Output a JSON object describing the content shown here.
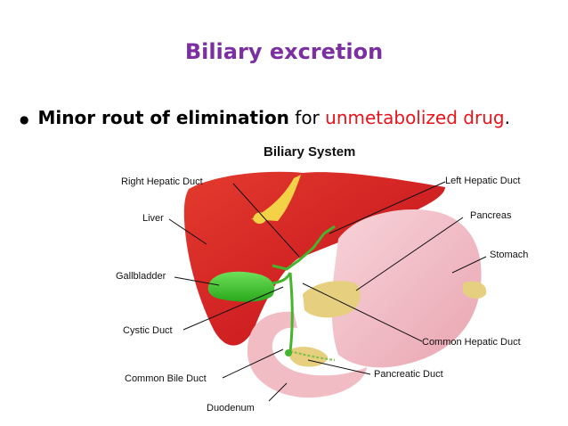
{
  "slide": {
    "title": "Biliary excretion",
    "bullet": {
      "bold": "Minor rout of elimination",
      "middle": " for ",
      "red": "unmetabolized drug",
      "end": "."
    }
  },
  "diagram": {
    "title": "Biliary System",
    "labels": {
      "right_hepatic_duct": "Right Hepatic Duct",
      "left_hepatic_duct": "Left Hepatic Duct",
      "liver": "Liver",
      "pancreas": "Pancreas",
      "stomach": "Stomach",
      "gallbladder": "Gallbladder",
      "cystic_duct": "Cystic Duct",
      "common_hepatic_duct": "Common Hepatic Duct",
      "common_bile_duct": "Common Bile Duct",
      "pancreatic_duct": "Pancreatic Duct",
      "duodenum": "Duodenum"
    },
    "colors": {
      "title": "#7b2fa0",
      "highlight_text": "#e8141b",
      "liver": "#d8262a",
      "stomach": "#f2b9c2",
      "pancreas": "#e6cf7f",
      "gallbladder": "#3cc62a",
      "ducts": "#e0c13a"
    }
  }
}
